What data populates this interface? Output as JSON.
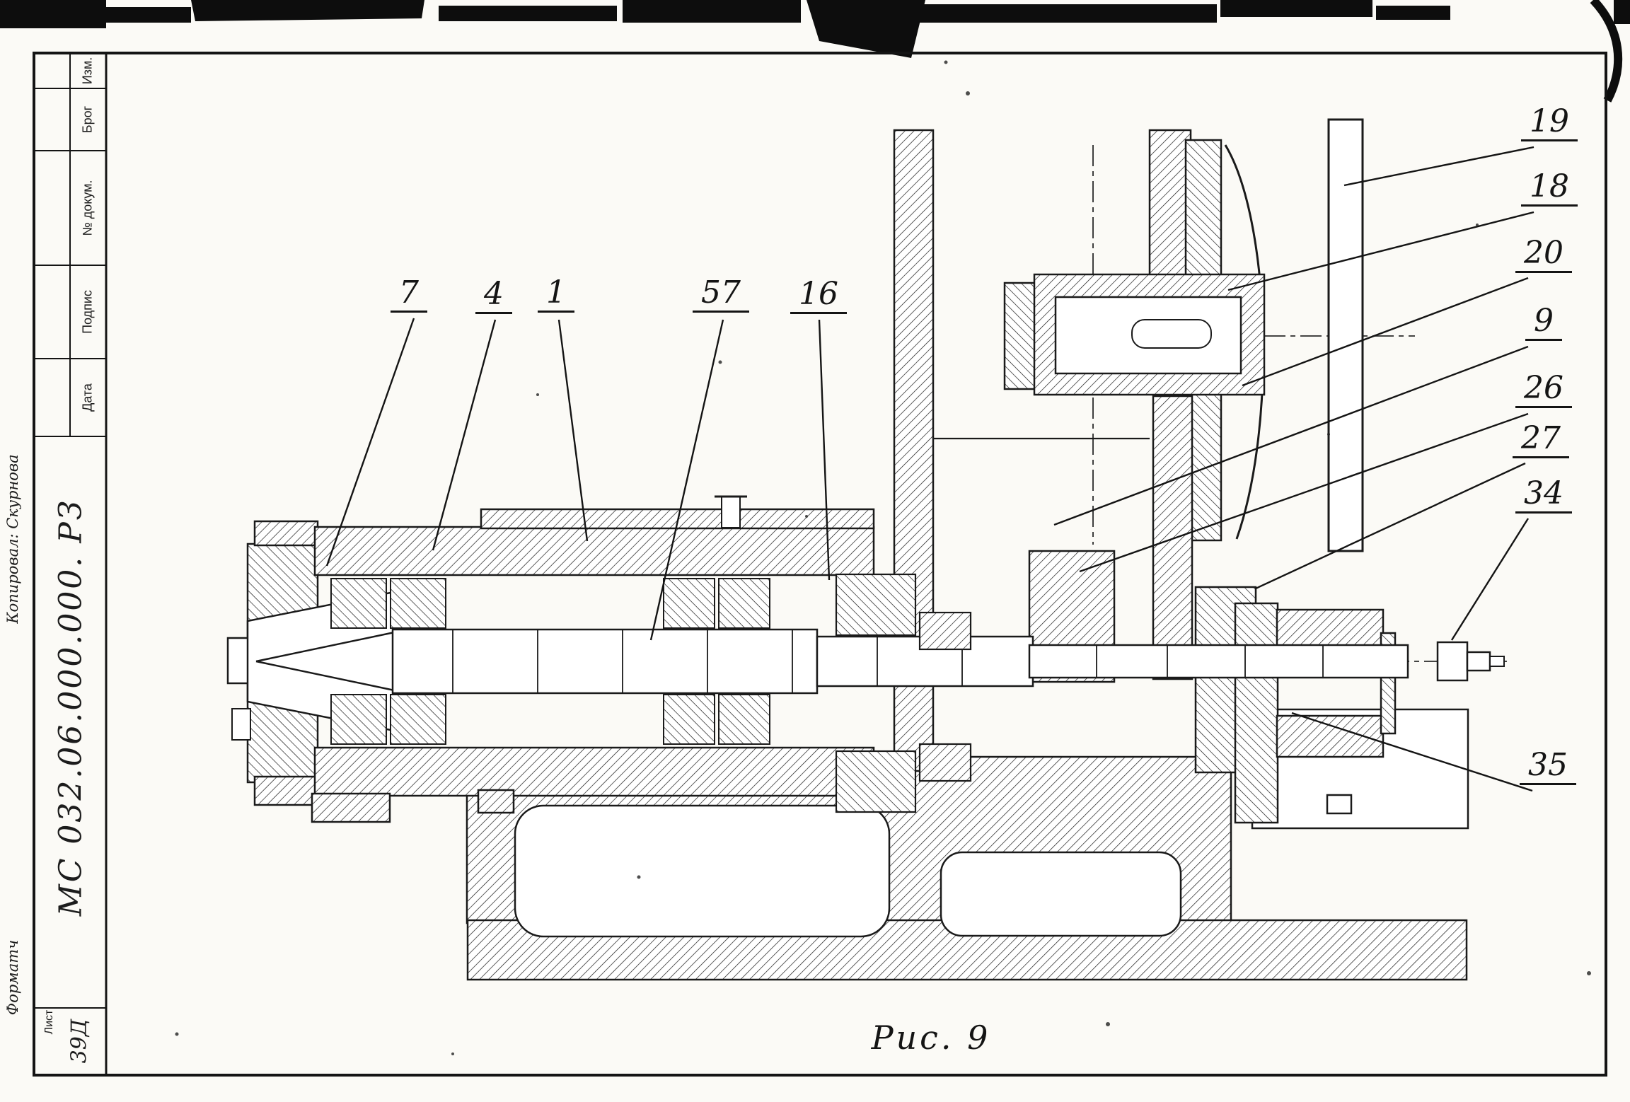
{
  "drawing": {
    "caption": "Рис. 9"
  },
  "callouts": [
    {
      "label": "7"
    },
    {
      "label": "4"
    },
    {
      "label": "1"
    },
    {
      "label": "57"
    },
    {
      "label": "16"
    },
    {
      "label": "19"
    },
    {
      "label": "18"
    },
    {
      "label": "20"
    },
    {
      "label": "9"
    },
    {
      "label": "26"
    },
    {
      "label": "27"
    },
    {
      "label": "34"
    },
    {
      "label": "35"
    }
  ],
  "title_block": {
    "rows": [
      {
        "label": "Изм."
      },
      {
        "label": "Брог"
      },
      {
        "label": "№ докум."
      },
      {
        "label": "Подпис"
      },
      {
        "label": "Дата"
      }
    ],
    "doc_number": "МС 032.06.000.000. РЗ",
    "copied_by": "Копировал: Скурнова",
    "format_label": "Форматч",
    "sheet_label": "Лист",
    "sheet_number": "39Д"
  },
  "colors": {
    "ink": "#1a1a1a",
    "paper": "#fbfaf6"
  }
}
